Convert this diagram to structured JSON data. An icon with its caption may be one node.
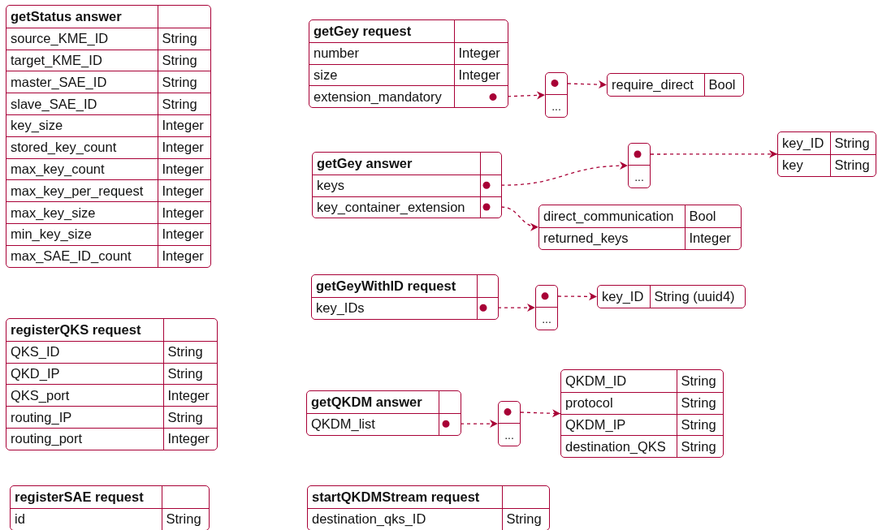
{
  "diagram": {
    "nodes": [
      {
        "text": [
          "getStatus answer"
        ]
      },
      {
        "text": [
          "source_KME_ID",
          "String"
        ],
        "in": 0
      },
      {
        "text": [
          "target_KME_ID",
          "String"
        ],
        "in": 0
      },
      {
        "text": [
          "master_SAE_ID",
          "String"
        ],
        "in": 0
      },
      {
        "text": [
          "slave_SAE_ID",
          "String"
        ],
        "in": 0
      },
      {
        "text": [
          "key_size",
          "Integer"
        ],
        "in": 0
      },
      {
        "text": [
          "stored_key_count",
          "Integer"
        ],
        "in": 0
      },
      {
        "text": [
          "max_key_count",
          "Integer"
        ],
        "in": 0
      },
      {
        "text": [
          "max_key_per_request",
          "Integer"
        ],
        "in": 0
      },
      {
        "text": [
          "max_key_size",
          "Integer"
        ],
        "in": 0
      },
      {
        "text": [
          "min_key_size",
          "Integer"
        ],
        "in": 0
      },
      {
        "text": [
          "max_SAE_ID_count",
          "Integer"
        ],
        "in": 0
      },
      {
        "text": [
          "registerQKS request"
        ]
      },
      {
        "text": [
          "QKS_ID",
          "String"
        ],
        "in": 12
      },
      {
        "text": [
          "QKD_IP",
          "String"
        ],
        "in": 12
      },
      {
        "text": [
          "QKS_port",
          "Integer"
        ],
        "in": 12
      },
      {
        "text": [
          "routing_IP",
          "String"
        ],
        "in": 12
      },
      {
        "text": [
          "routing_port",
          "Integer"
        ],
        "in": 12
      },
      {
        "text": [
          "registerSAE request"
        ]
      },
      {
        "text": [
          "id",
          "String"
        ],
        "in": 18
      },
      {
        "text": [
          "getGey request"
        ]
      },
      {
        "text": [
          "number",
          "Integer"
        ],
        "in": 20
      },
      {
        "text": [
          "size",
          "Integer"
        ],
        "in": 20
      },
      {
        "text": [
          "extension_mandatory"
        ],
        "in": 20
      },
      {
        "text": [
          "..."
        ]
      },
      {
        "text": [],
        "shape": "box"
      },
      {
        "text": [
          "require_direct",
          "Bool"
        ],
        "in": 25
      },
      {
        "text": [
          "getGey answer"
        ]
      },
      {
        "text": [
          "keys"
        ],
        "in": 27
      },
      {
        "text": [
          "key_container_extension"
        ],
        "in": 27
      },
      {
        "text": [
          "..."
        ]
      },
      {
        "text": [],
        "shape": "box"
      },
      {
        "text": [
          "key_ID",
          "String"
        ],
        "in": 31
      },
      {
        "text": [
          "key",
          "String"
        ],
        "in": 31
      },
      {
        "text": [],
        "shape": "box"
      },
      {
        "text": [
          "direct_communication",
          "Bool"
        ],
        "in": 34
      },
      {
        "text": [
          "returned_keys",
          "Integer"
        ],
        "in": 34
      },
      {
        "text": [
          "getGeyWithID request"
        ]
      },
      {
        "text": [
          "key_IDs"
        ],
        "in": 37
      },
      {
        "text": [
          "..."
        ]
      },
      {
        "text": [],
        "shape": "box"
      },
      {
        "text": [
          "key_ID",
          "String (uuid4)"
        ],
        "in": 40
      },
      {
        "text": [
          "getQKDM answer"
        ]
      },
      {
        "text": [
          "QKDM_list"
        ],
        "in": 42
      },
      {
        "text": [
          "..."
        ]
      },
      {
        "text": [],
        "shape": "box"
      },
      {
        "text": [
          "QKDM_ID",
          "String"
        ],
        "in": 45
      },
      {
        "text": [
          "protocol",
          "String"
        ],
        "in": 45
      },
      {
        "text": [
          "QKDM_IP",
          "String"
        ],
        "in": 45
      },
      {
        "text": [
          "destination_QKS",
          "String"
        ],
        "in": 45
      },
      {
        "text": [
          "startQKDMStream request"
        ]
      },
      {
        "text": [
          "destination_qks_ID",
          "String"
        ],
        "in": 50
      }
    ],
    "edges": [
      {
        "from": 23,
        "to": 24,
        "arrow": "to",
        "style": "dashed"
      },
      {
        "from": 24,
        "to": 25,
        "arrow": "to",
        "style": "dashed"
      },
      {
        "from": 28,
        "to": 30,
        "arrow": "to",
        "style": "dashed"
      },
      {
        "from": 30,
        "to": 31,
        "arrow": "to",
        "style": "dashed"
      },
      {
        "from": 29,
        "to": 34,
        "arrow": "to",
        "style": "dashed"
      },
      {
        "from": 38,
        "to": 39,
        "arrow": "to",
        "style": "dashed"
      },
      {
        "from": 39,
        "to": 40,
        "arrow": "to",
        "style": "dashed"
      },
      {
        "from": 43,
        "to": 44,
        "arrow": "to",
        "style": "dashed"
      },
      {
        "from": 44,
        "to": 45,
        "arrow": "to",
        "style": "dashed"
      }
    ]
  }
}
